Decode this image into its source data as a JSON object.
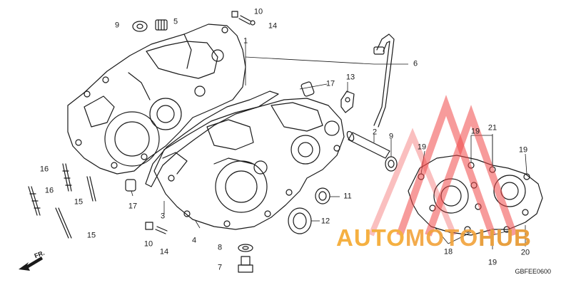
{
  "diagram": {
    "part_labels": [
      {
        "id": "p1",
        "text": "1"
      },
      {
        "id": "p2",
        "text": "2"
      },
      {
        "id": "p3",
        "text": "3"
      },
      {
        "id": "p4",
        "text": "4"
      },
      {
        "id": "p5",
        "text": "5"
      },
      {
        "id": "p6",
        "text": "6"
      },
      {
        "id": "p7",
        "text": "7"
      },
      {
        "id": "p8",
        "text": "8"
      },
      {
        "id": "p9a",
        "text": "9"
      },
      {
        "id": "p9b",
        "text": "9"
      },
      {
        "id": "p10a",
        "text": "10"
      },
      {
        "id": "p10b",
        "text": "10"
      },
      {
        "id": "p11",
        "text": "11"
      },
      {
        "id": "p12",
        "text": "12"
      },
      {
        "id": "p13",
        "text": "13"
      },
      {
        "id": "p14a",
        "text": "14"
      },
      {
        "id": "p14b",
        "text": "14"
      },
      {
        "id": "p15a",
        "text": "15"
      },
      {
        "id": "p15b",
        "text": "15"
      },
      {
        "id": "p16a",
        "text": "16"
      },
      {
        "id": "p16b",
        "text": "16"
      },
      {
        "id": "p17a",
        "text": "17"
      },
      {
        "id": "p17b",
        "text": "17"
      },
      {
        "id": "p18",
        "text": "18"
      },
      {
        "id": "p19a",
        "text": "19"
      },
      {
        "id": "p19b",
        "text": "19"
      },
      {
        "id": "p19c",
        "text": "19"
      },
      {
        "id": "p19d",
        "text": "19"
      },
      {
        "id": "p20",
        "text": "20"
      },
      {
        "id": "p21",
        "text": "21"
      }
    ],
    "direction_marker": "FR.",
    "diagram_code": "GBFEE0600"
  },
  "watermark": {
    "part1": "AUTO",
    "part2": "MOTO",
    "part3": "HUB",
    "colors": {
      "triangle": "#f04848",
      "text_orange": "#f5b041"
    }
  }
}
